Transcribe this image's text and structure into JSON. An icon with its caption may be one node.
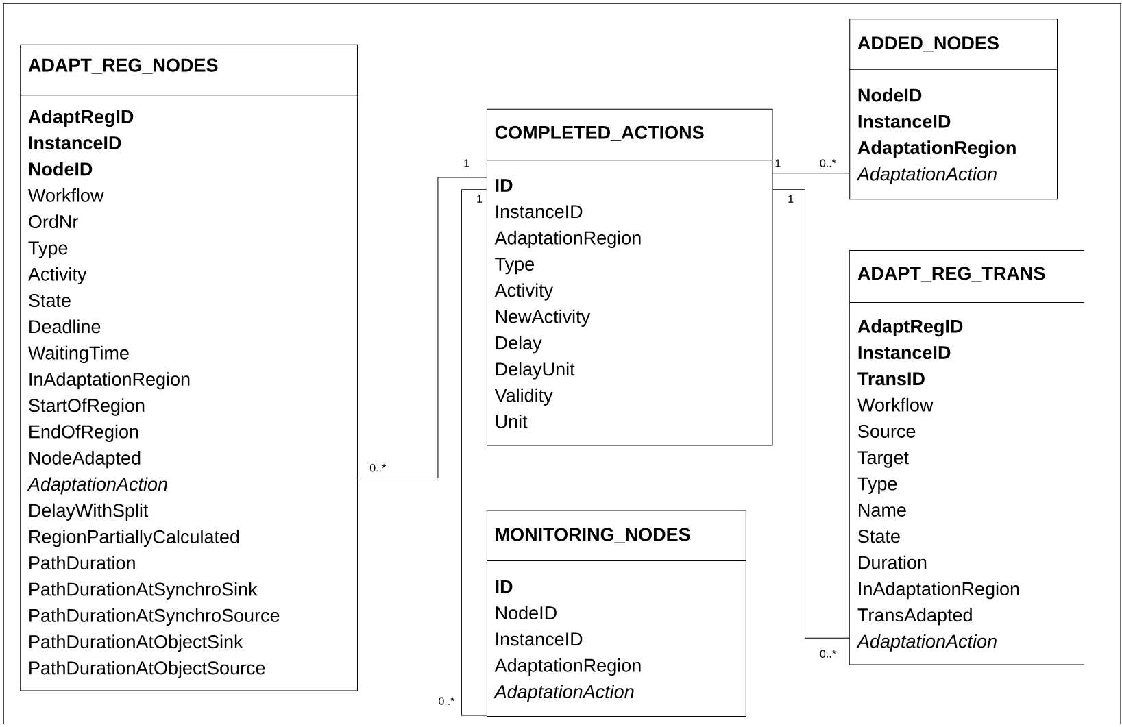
{
  "diagram": {
    "nodes": [
      {
        "text": [
          "ADAPT_REG_NODES",
          "**AdaptRegID**",
          "**InstanceID**",
          "**NodeID**",
          "Workflow",
          "OrdNr",
          "Type",
          "Activity",
          "State",
          "Deadline",
          "WaitingTime",
          "InAdaptationRegion",
          "StartOfRegion",
          "EndOfRegion",
          "NodeAdapted",
          "*AdaptationAction*",
          "DelayWithSplit",
          "RegionPartiallyCalculated",
          "PathDuration",
          "PathDurationAtSynchroSink",
          "PathDurationAtSynchroSource",
          "PathDurationAtObjectSink",
          "PathDurationAtObjectSource"
        ]
      },
      {
        "text": [
          "COMPLETED_ACTIONS",
          "**ID**",
          "InstanceID",
          "AdaptationRegion",
          "Type",
          "Activity",
          "NewActivity",
          "Delay",
          "DelayUnit",
          "Validity",
          "Unit"
        ]
      },
      {
        "text": [
          "MONITORING_NODES",
          "**ID**",
          "NodeID",
          "InstanceID",
          "AdaptationRegion",
          "*AdaptationAction*"
        ]
      },
      {
        "text": [
          "ADDED_NODES",
          "**NodeID**",
          "**InstanceID**",
          "**AdaptationRegion**",
          "*AdaptationAction*"
        ]
      },
      {
        "text": [
          "ADAPT_REG_TRANS",
          "**AdaptRegID**",
          "**InstanceID**",
          "**TransID**",
          "Workflow",
          "Source",
          "Target",
          "Type",
          "Name",
          "State",
          "Duration",
          "InAdaptationRegion",
          "TransAdapted",
          "*AdaptationAction*"
        ]
      }
    ],
    "edges": [
      {
        "from": 1,
        "to": 0,
        "arrow": "none"
      },
      {
        "from": 1,
        "to": 3,
        "arrow": "none"
      },
      {
        "from": 1,
        "to": 2,
        "arrow": "none"
      },
      {
        "from": 1,
        "to": 4,
        "arrow": "none"
      }
    ],
    "labels": [
      "1",
      "1",
      "0..*",
      "1",
      "1",
      "0..*",
      "0..*",
      "0..*"
    ]
  }
}
